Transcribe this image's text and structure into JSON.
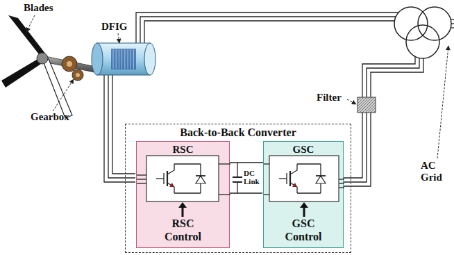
{
  "diagram": {
    "nodes": [
      {
        "text": [
          "Back-to-Back Converter"
        ]
      },
      {
        "text": [
          "RSC",
          "RSC Control"
        ],
        "in": 0
      },
      {
        "text": [
          "GSC",
          "GSC Control"
        ],
        "in": 0
      }
    ],
    "edges": [
      {
        "from": 1,
        "to": 2,
        "arrow": "none"
      }
    ],
    "labels": [
      "Blades",
      "DFIG",
      "Gearbox",
      "DC Link",
      "Filter",
      "AC Grid"
    ]
  }
}
